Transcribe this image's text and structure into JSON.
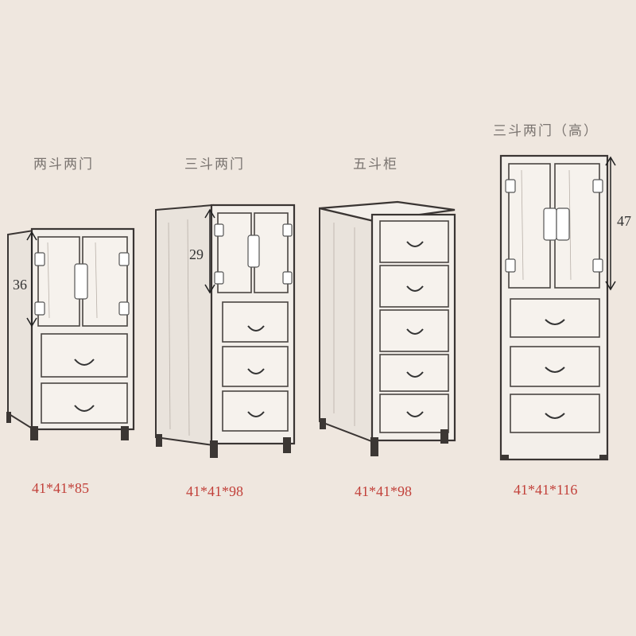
{
  "products": [
    {
      "title": "两斗两门",
      "dims": "41*41*85",
      "measurement": "36"
    },
    {
      "title": "三斗两门",
      "dims": "41*41*98",
      "measurement": "29"
    },
    {
      "title": "五斗柜",
      "dims": "41*41*98"
    },
    {
      "title": "三斗两门（高）",
      "dims": "41*41*116",
      "measurement": "47"
    }
  ],
  "colors": {
    "background": "#efe7df",
    "dims_text": "#c2413a",
    "title_text": "#7a7470"
  }
}
